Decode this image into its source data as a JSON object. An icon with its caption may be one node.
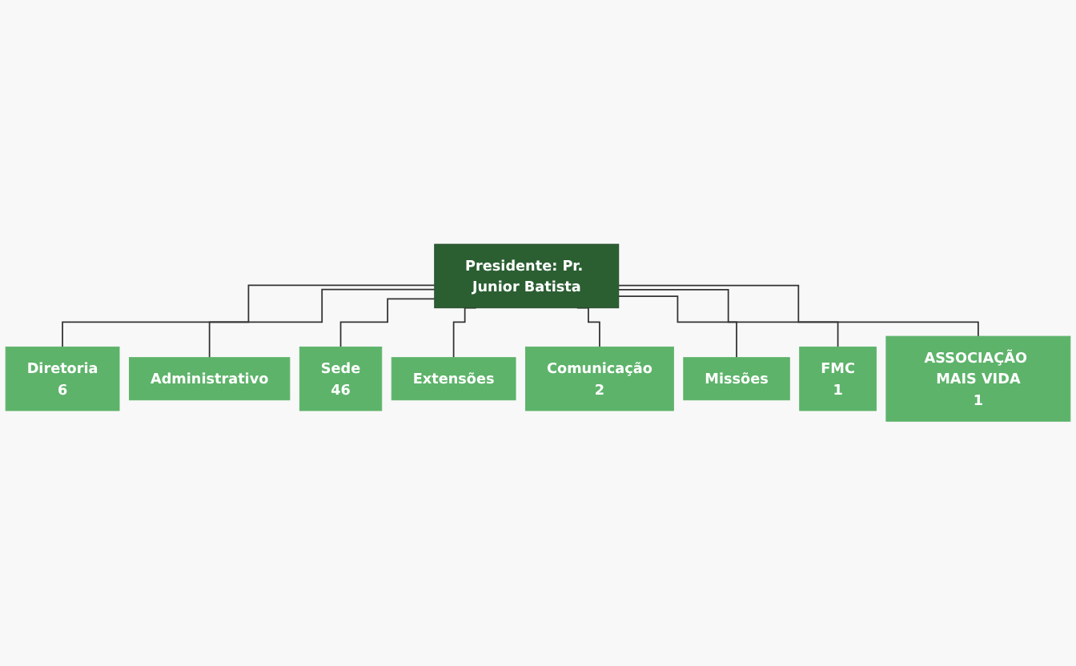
{
  "diagram": {
    "nodes": [
      {
        "text": [
          "Presidente: Pr. Junior Batista"
        ]
      },
      {
        "text": [
          "Diretoria",
          "6"
        ]
      },
      {
        "text": [
          "Administrativo"
        ]
      },
      {
        "text": [
          "Sede",
          "46"
        ]
      },
      {
        "text": [
          "Extensões"
        ]
      },
      {
        "text": [
          "Comunicação",
          "2"
        ]
      },
      {
        "text": [
          "Missões"
        ]
      },
      {
        "text": [
          "FMC",
          "1"
        ]
      },
      {
        "text": [
          "ASSOCIAÇÃO MAIS VIDA",
          "1"
        ]
      }
    ],
    "edges": [
      {
        "from": 0,
        "to": 1,
        "arrow": "none"
      },
      {
        "from": 0,
        "to": 2,
        "arrow": "none"
      },
      {
        "from": 0,
        "to": 3,
        "arrow": "none"
      },
      {
        "from": 0,
        "to": 4,
        "arrow": "none"
      },
      {
        "from": 0,
        "to": 5,
        "arrow": "none"
      },
      {
        "from": 0,
        "to": 6,
        "arrow": "none"
      },
      {
        "from": 0,
        "to": 7,
        "arrow": "none"
      },
      {
        "from": 0,
        "to": 8,
        "arrow": "none"
      }
    ]
  }
}
